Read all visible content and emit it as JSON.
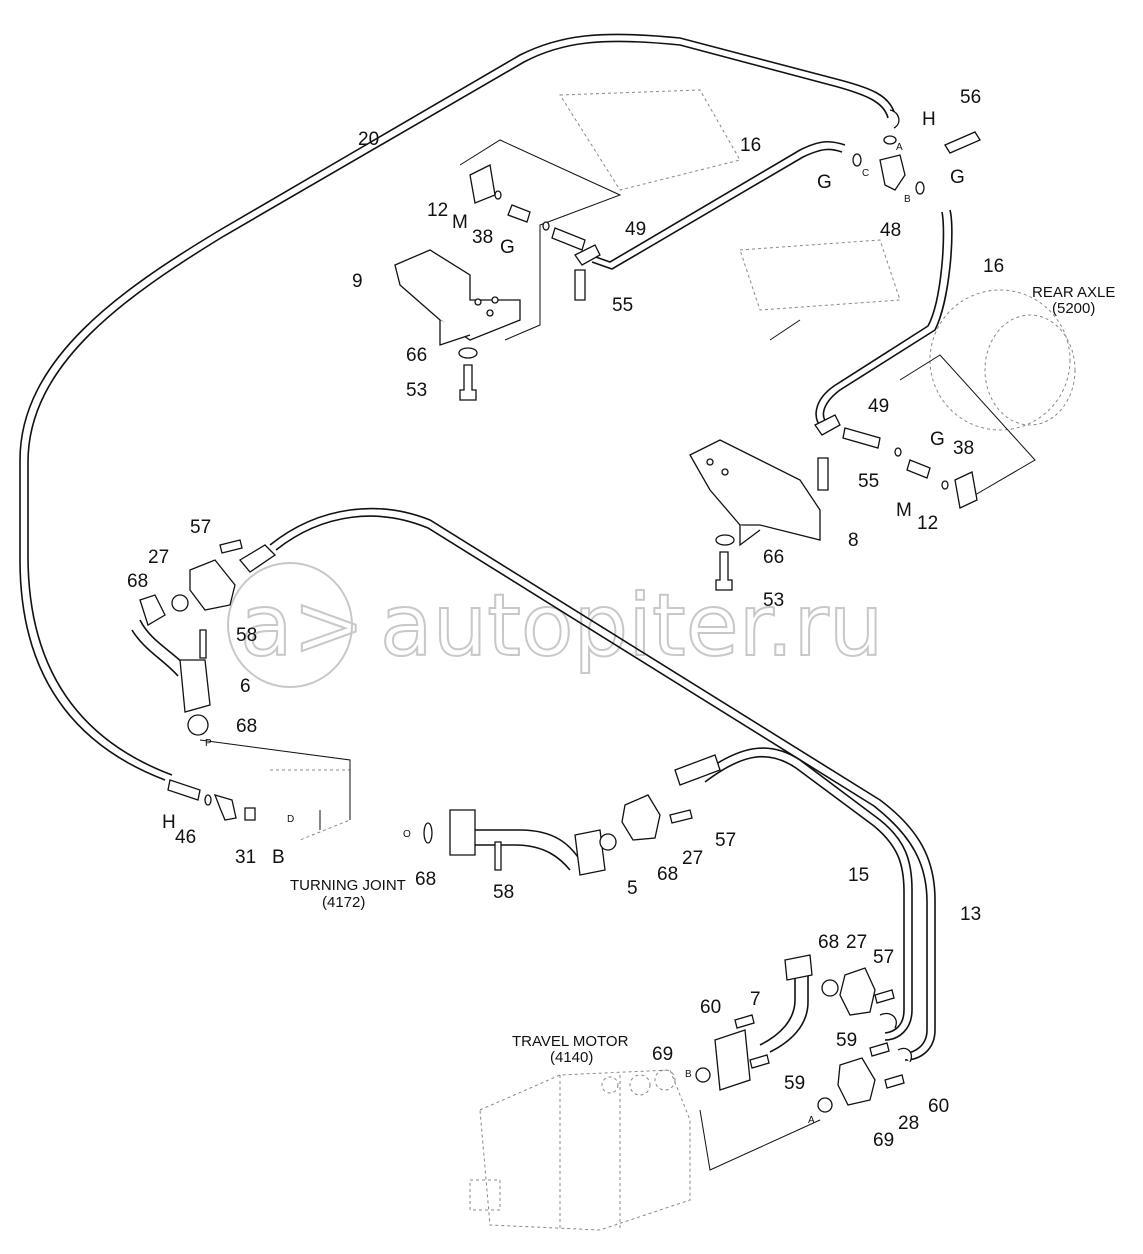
{
  "watermark": {
    "text": "autopiter.ru"
  },
  "captions": {
    "rear_axle": "REAR AXLE",
    "rear_axle_code": "(5200)",
    "turning_joint": "TURNING JOINT",
    "turning_joint_code": "(4172)",
    "travel_motor": "TRAVEL MOTOR",
    "travel_motor_code": "(4140)"
  },
  "callouts": [
    "20",
    "16",
    "56",
    "H",
    "G",
    "G",
    "48",
    "12",
    "M",
    "38",
    "G",
    "49",
    "9",
    "55",
    "66",
    "53",
    "16",
    "49",
    "G",
    "38",
    "55",
    "M",
    "12",
    "66",
    "8",
    "53",
    "57",
    "27",
    "68",
    "58",
    "6",
    "68",
    "H",
    "46",
    "31",
    "B",
    "68",
    "58",
    "57",
    "68",
    "27",
    "5",
    "15",
    "13",
    "68",
    "27",
    "57",
    "60",
    "7",
    "59",
    "69",
    "59",
    "60",
    "28",
    "69"
  ],
  "port_letters": [
    "A",
    "B",
    "C",
    "P",
    "D",
    "O",
    "B",
    "A"
  ]
}
